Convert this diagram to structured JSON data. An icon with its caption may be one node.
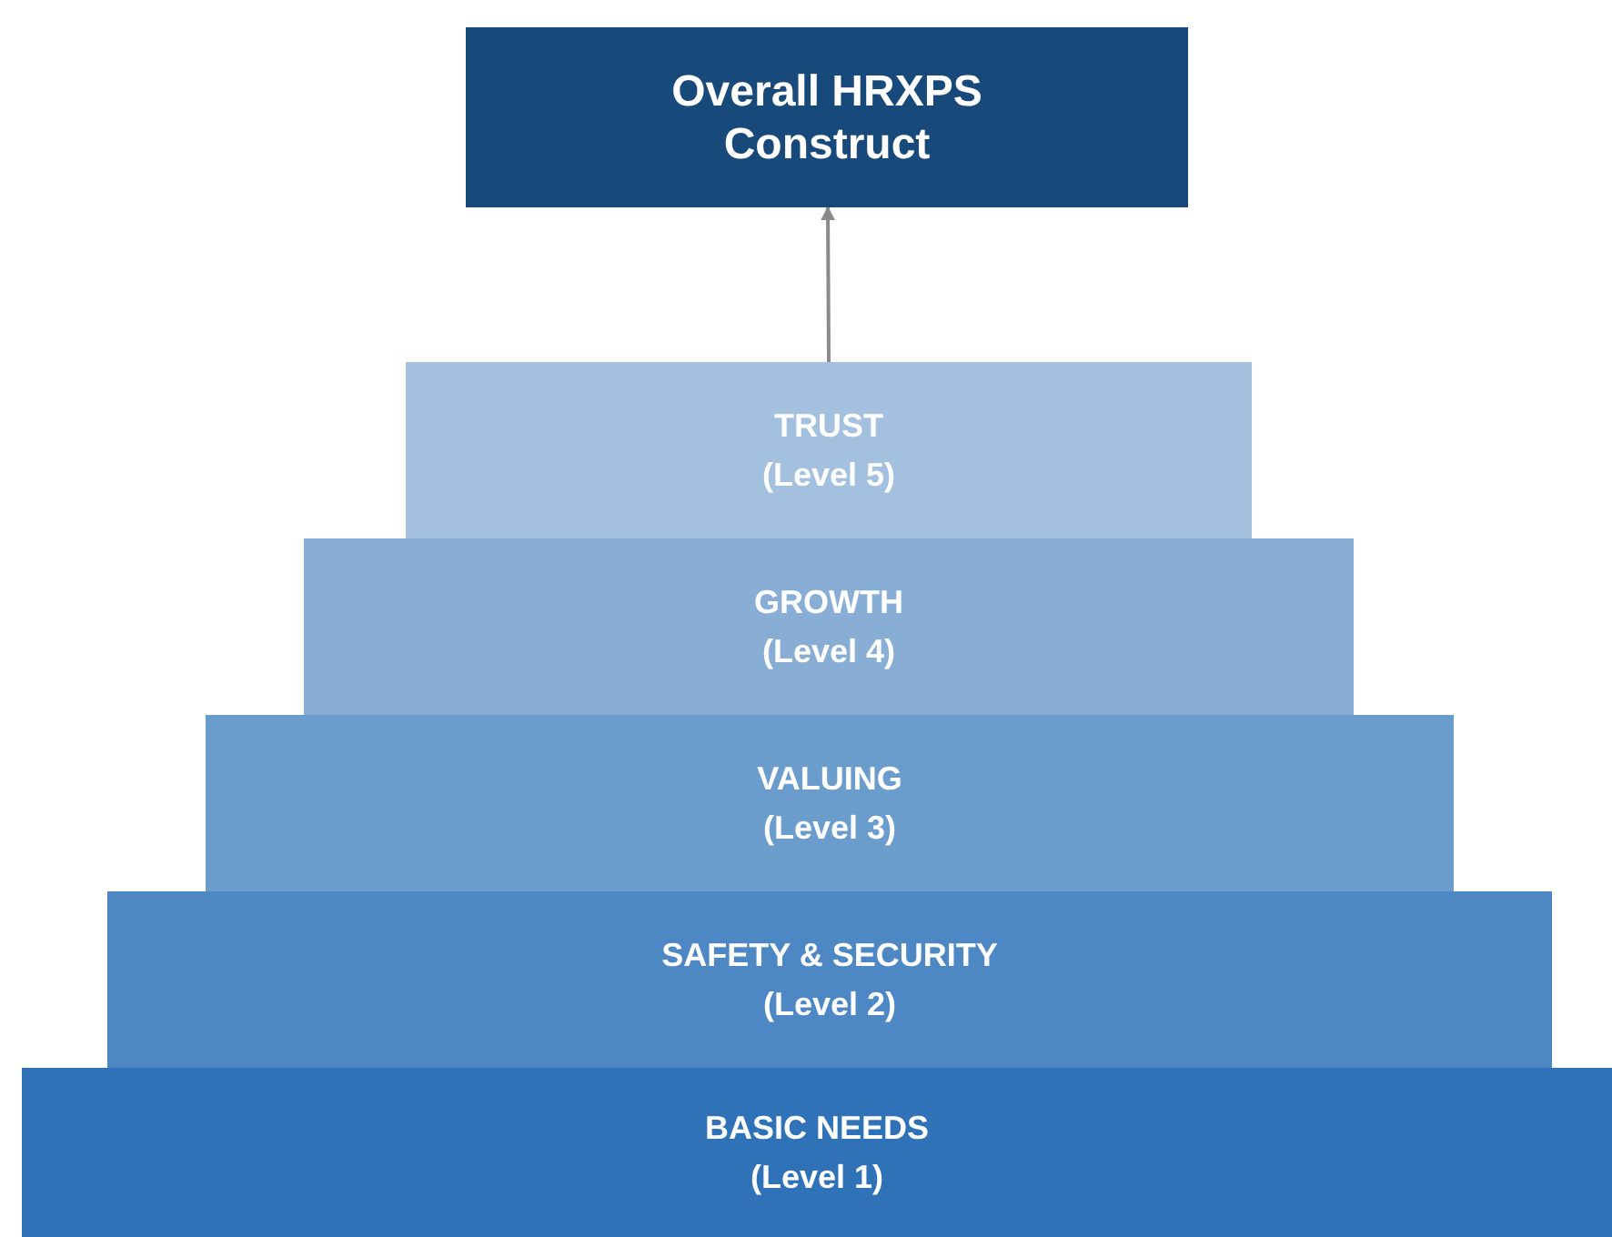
{
  "diagram": {
    "nodes": [
      {
        "text": [
          "Overall HRXPS Construct"
        ]
      },
      {
        "text": [
          "TRUST",
          "(Level 5)"
        ]
      },
      {
        "text": [
          "GROWTH",
          "(Level 4)"
        ]
      },
      {
        "text": [
          "VALUING",
          "(Level 3)"
        ]
      },
      {
        "text": [
          "SAFETY & SECURITY",
          "(Level 2)"
        ]
      },
      {
        "text": [
          "BASIC NEEDS",
          "(Level 1)"
        ]
      }
    ],
    "edges": [
      {
        "from": 1,
        "to": 0,
        "arrow": "to"
      }
    ]
  }
}
